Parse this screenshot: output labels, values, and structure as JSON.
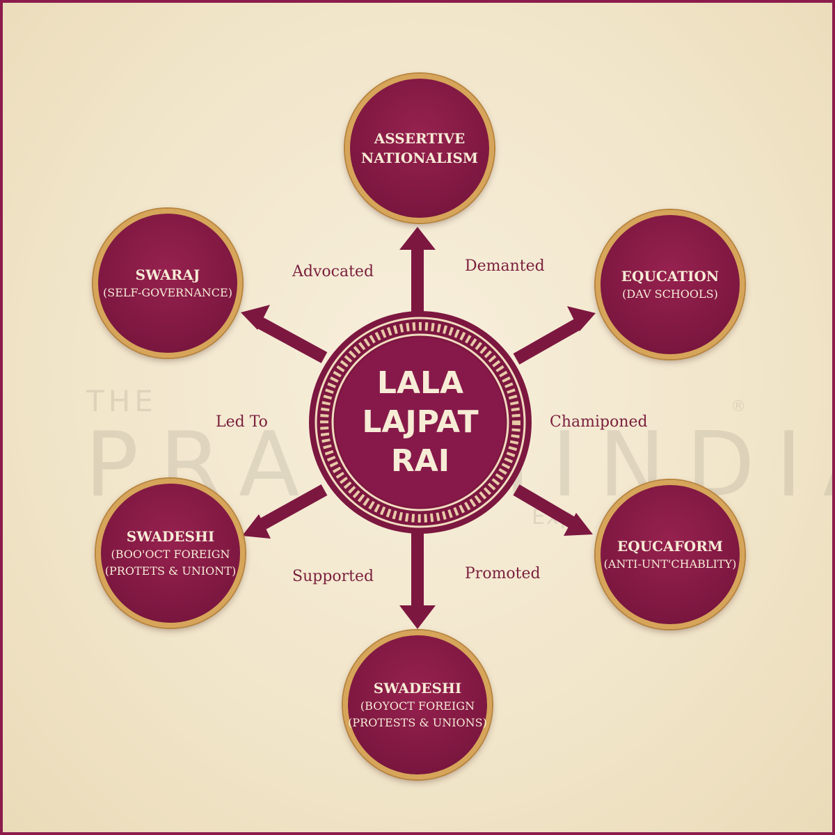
{
  "center": {
    "lines": [
      "LALA",
      "LAJPAT",
      "RAI"
    ]
  },
  "nodes": {
    "top": {
      "title": [
        "ASSERTIVE",
        "NATIONALISM"
      ],
      "sub": []
    },
    "upper_left": {
      "title": [
        "SWARAJ"
      ],
      "sub": [
        "(SELF-GOVERNANCE)"
      ]
    },
    "upper_right": {
      "title": [
        "EQUCATION"
      ],
      "sub": [
        "(DAV SCHOOLS)"
      ]
    },
    "lower_left": {
      "title": [
        "SWADESHI"
      ],
      "sub": [
        "(BOO'OCT FOREIGN",
        "(PROTETS & UNIONT)"
      ]
    },
    "lower_right": {
      "title": [
        "EQUCAFORM"
      ],
      "sub": [
        "(ANTI-UNT'CHABLITY)"
      ]
    },
    "bottom": {
      "title": [
        "SWADESHI"
      ],
      "sub": [
        "(BOYOCT FOREIGN",
        "(PROTESTS & UNIONS)"
      ]
    }
  },
  "edge_labels": {
    "advocated": "Advocated",
    "demanted": "Demanted",
    "led_to": "Led To",
    "chamiponed": "Chamiponed",
    "supported": "Supported",
    "promoted": "Promoted"
  },
  "watermark": {
    "the": "THE",
    "main": "PRATAHINDIA",
    "sub": "Exp",
    "reg": "®"
  },
  "colors": {
    "maroon": "#7c1740",
    "gold": "#d7a55a",
    "cream": "#f4ead4",
    "label": "#7a1f3d"
  }
}
